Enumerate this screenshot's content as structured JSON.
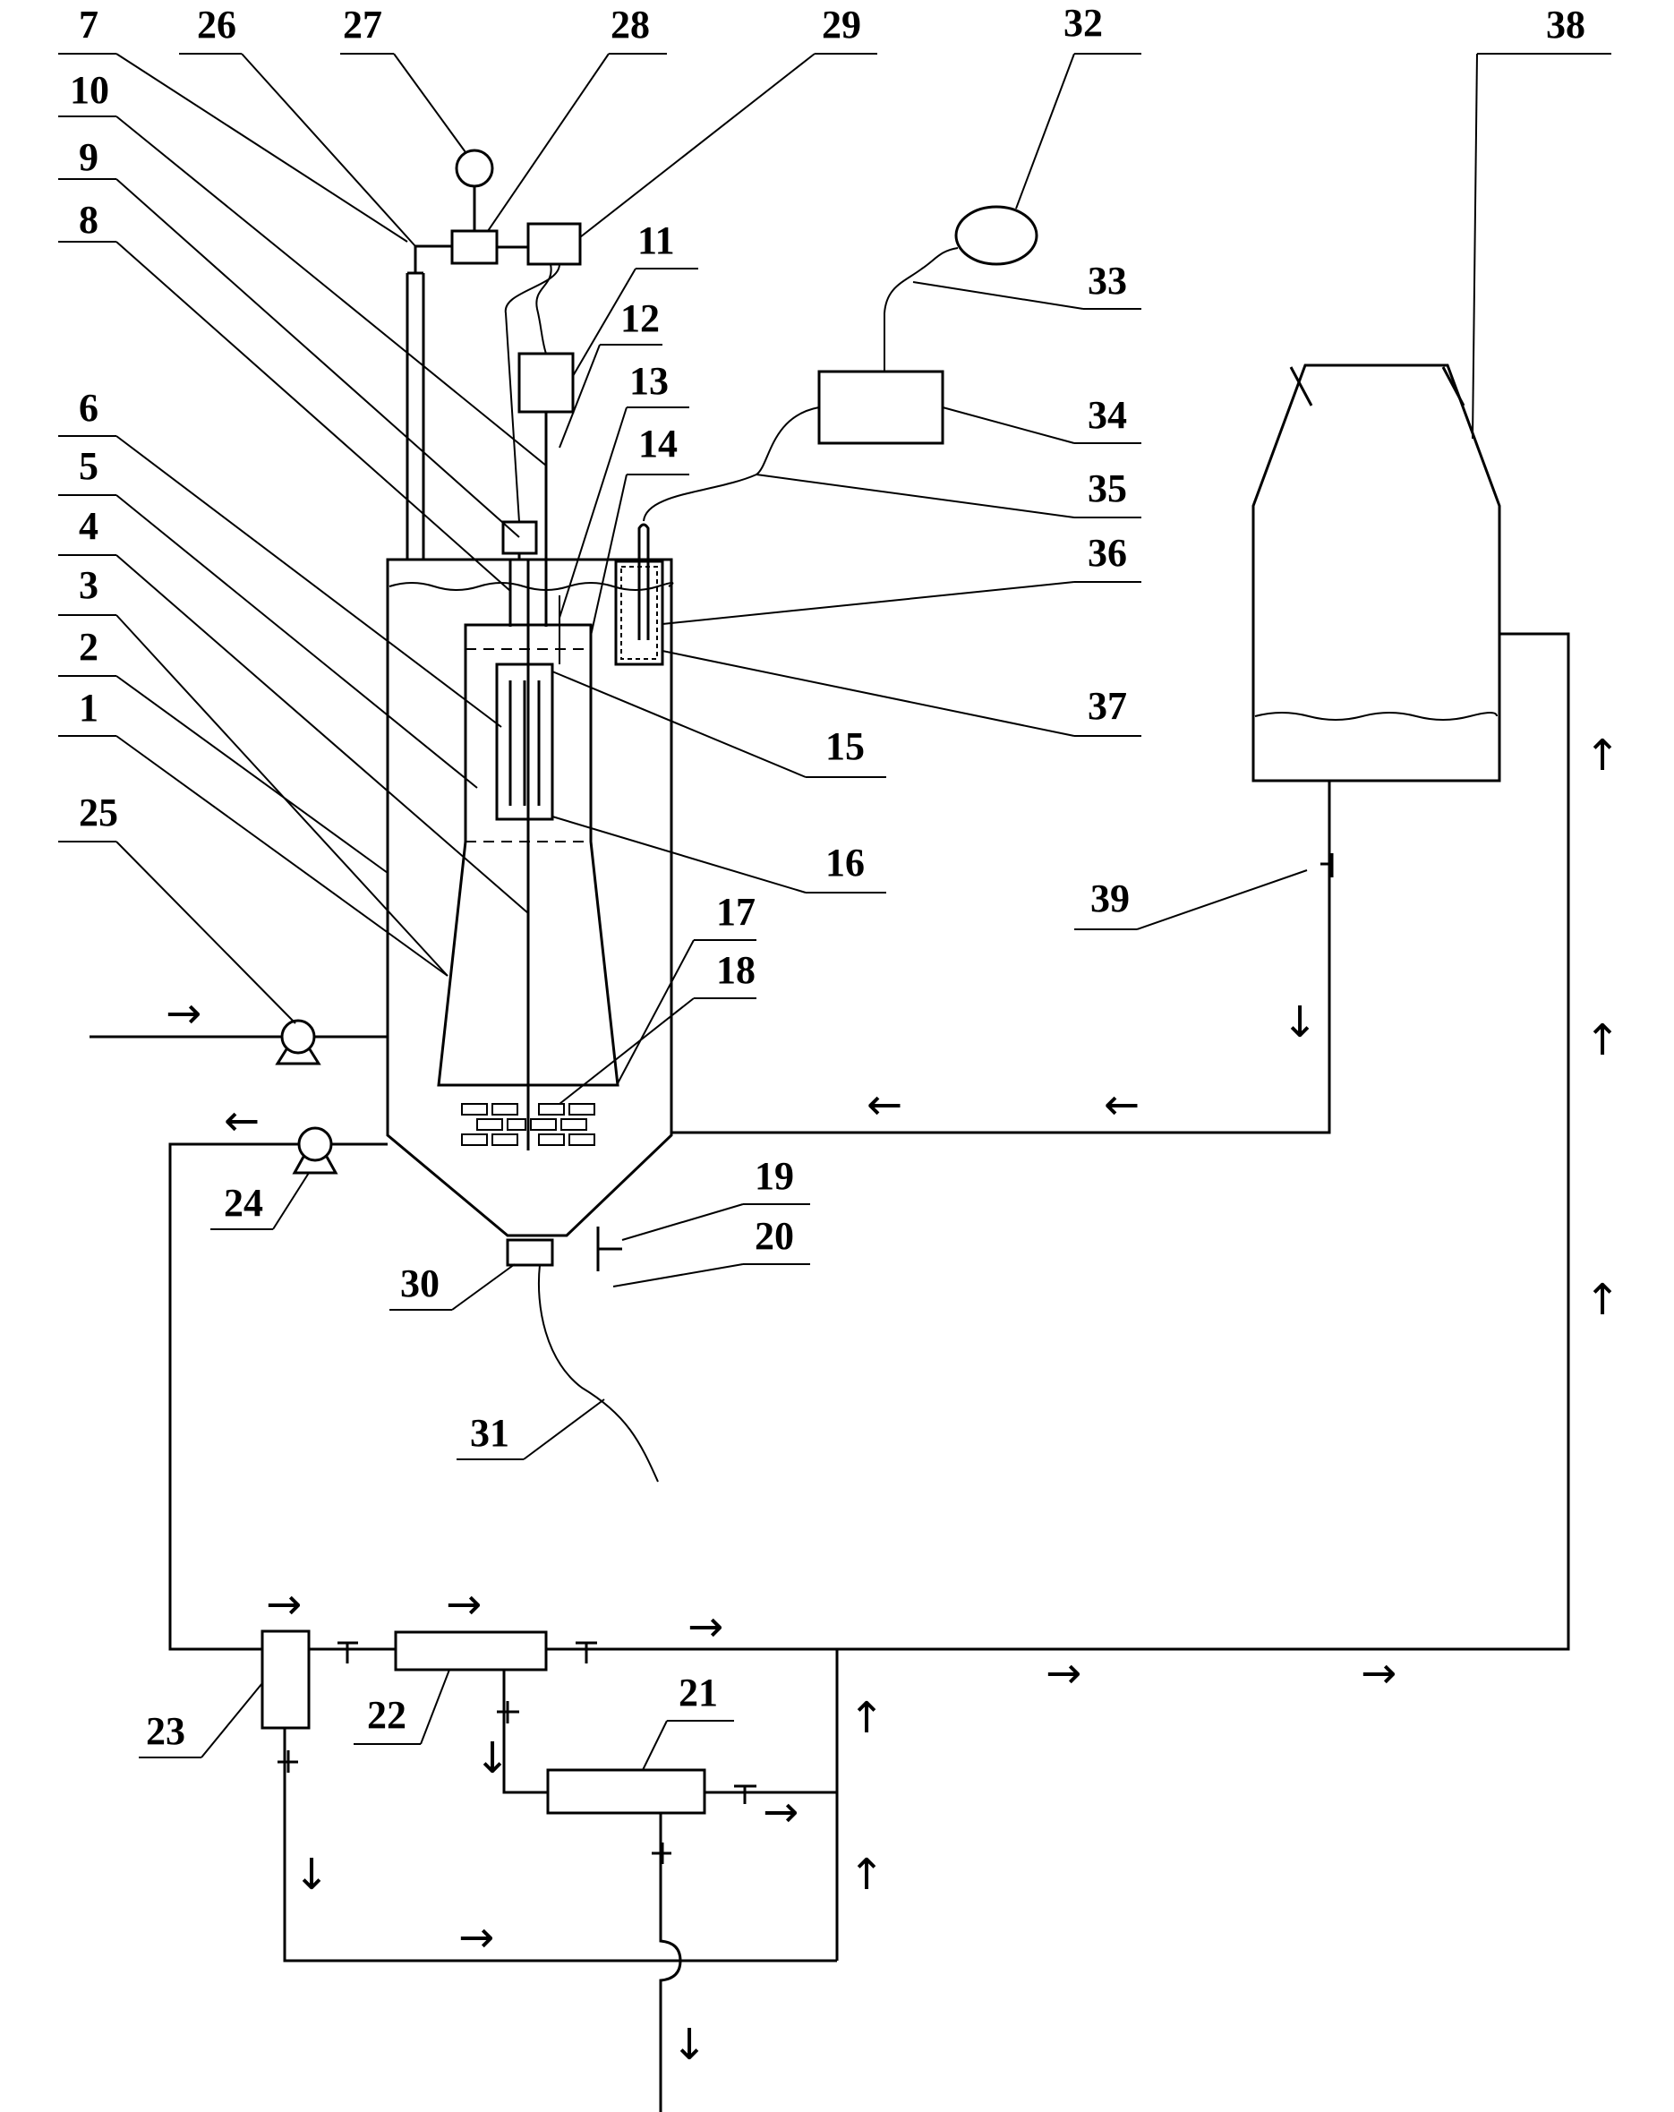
{
  "figure": {
    "labels": [
      "1",
      "2",
      "3",
      "4",
      "5",
      "6",
      "7",
      "8",
      "9",
      "10",
      "11",
      "12",
      "13",
      "14",
      "15",
      "16",
      "17",
      "18",
      "19",
      "20",
      "21",
      "22",
      "23",
      "24",
      "25",
      "26",
      "27",
      "28",
      "29",
      "30",
      "31",
      "32",
      "33",
      "34",
      "35",
      "36",
      "37",
      "38",
      "39"
    ],
    "arrow_glyphs": {
      "right": "→",
      "left": "←",
      "up": "↑",
      "down": "↓"
    }
  }
}
